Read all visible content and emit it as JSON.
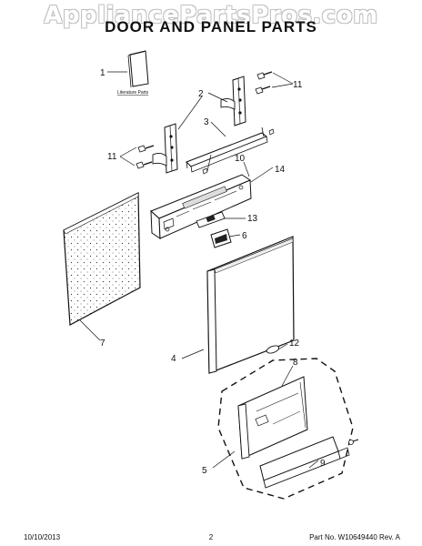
{
  "watermark": "AppliancePartsPros.com",
  "title": "DOOR AND PANEL PARTS",
  "literature_label": "Literature Parts",
  "callouts": {
    "c1": "1",
    "c2": "2",
    "c3": "3",
    "c4": "4",
    "c5": "5",
    "c6": "6",
    "c7": "7",
    "c8": "8",
    "c9": "9",
    "c10": "10",
    "c11a": "11",
    "c11b": "11",
    "c12": "12",
    "c13": "13",
    "c14": "14"
  },
  "footer": {
    "date": "10/10/2013",
    "page": "2",
    "part_no": "Part No. W10649440  Rev. A"
  }
}
